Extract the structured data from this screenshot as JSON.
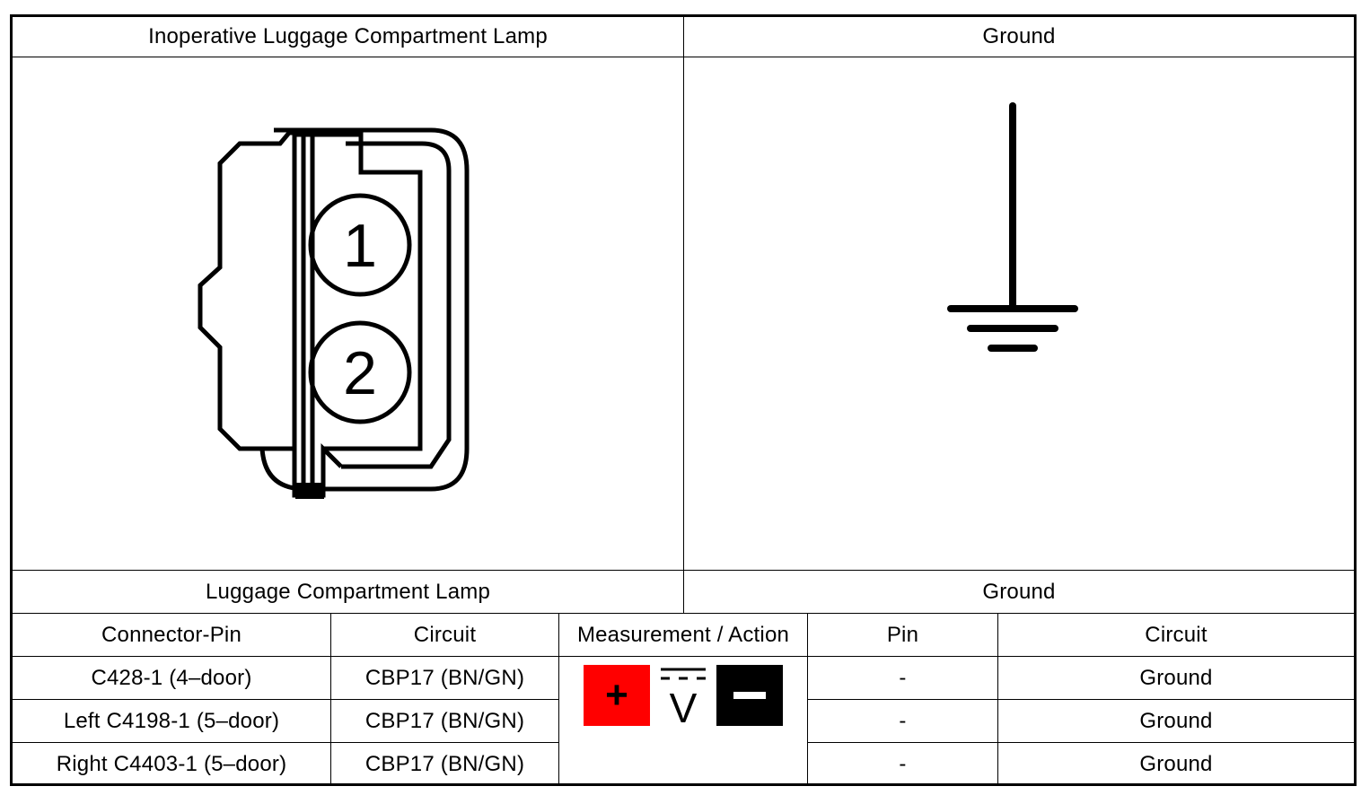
{
  "top_headers": {
    "left": "Inoperative Luggage Compartment Lamp",
    "right": "Ground"
  },
  "connector": {
    "pins": [
      "1",
      "2"
    ]
  },
  "mid_headers": {
    "left": "Luggage Compartment Lamp",
    "right": "Ground"
  },
  "table": {
    "columns": [
      "Connector-Pin",
      "Circuit",
      "Measurement / Action",
      "Pin",
      "Circuit"
    ],
    "rows": [
      {
        "connector_pin": "C428-1 (4–door)",
        "circuit": "CBP17 (BN/GN)",
        "pin": "-",
        "ground_circuit": "Ground"
      },
      {
        "connector_pin": "Left C4198-1 (5–door)",
        "circuit": "CBP17 (BN/GN)",
        "pin": "-",
        "ground_circuit": "Ground"
      },
      {
        "connector_pin": "Right C4403-1 (5–door)",
        "circuit": "CBP17 (BN/GN)",
        "pin": "-",
        "ground_circuit": "Ground"
      }
    ]
  },
  "measurement": {
    "plus_symbol": "+",
    "volt_symbol": "V",
    "icons": [
      "plus-probe-icon",
      "dc-voltage-icon",
      "minus-probe-icon"
    ],
    "colors": {
      "plus": "#ff0000",
      "minus": "#000000"
    }
  }
}
